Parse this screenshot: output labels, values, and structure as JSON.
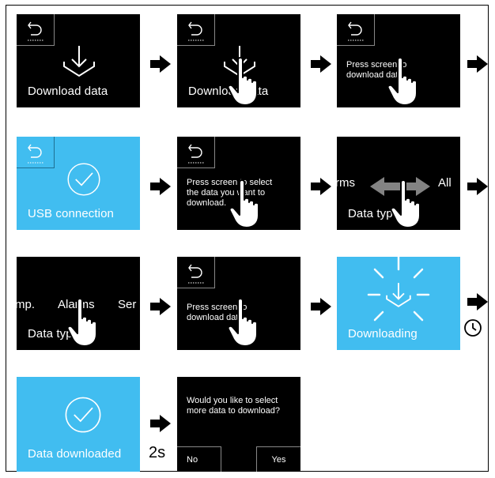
{
  "steps": {
    "s1": {
      "label": "Download data"
    },
    "s2": {
      "label": "Download data"
    },
    "s3": {
      "message": "Press screen to\ndownload data."
    },
    "s4": {
      "label": "USB connection"
    },
    "s5": {
      "message": "Press screen to select\nthe data you want to\ndownload."
    },
    "s6": {
      "left": "rms",
      "right": "All",
      "label": "Data type"
    },
    "s7": {
      "left": "mp.",
      "center": "Alarms",
      "right": "Ser",
      "label": "Data type"
    },
    "s8": {
      "message": "Press screen to\ndownload data."
    },
    "s9": {
      "label": "Downloading"
    },
    "s10": {
      "label": "Data downloaded"
    },
    "s11": {
      "message": "Would you like to select\nmore data to download?",
      "no": "No",
      "yes": "Yes"
    }
  },
  "delay_label": "2s",
  "colors": {
    "screen": "#000000",
    "active": "#41bdf0",
    "arrow": "#000000"
  },
  "icons": [
    "back-icon",
    "download-icon",
    "hand-pointer-icon",
    "check-circle-icon",
    "swipe-arrows-icon",
    "clock-icon"
  ]
}
